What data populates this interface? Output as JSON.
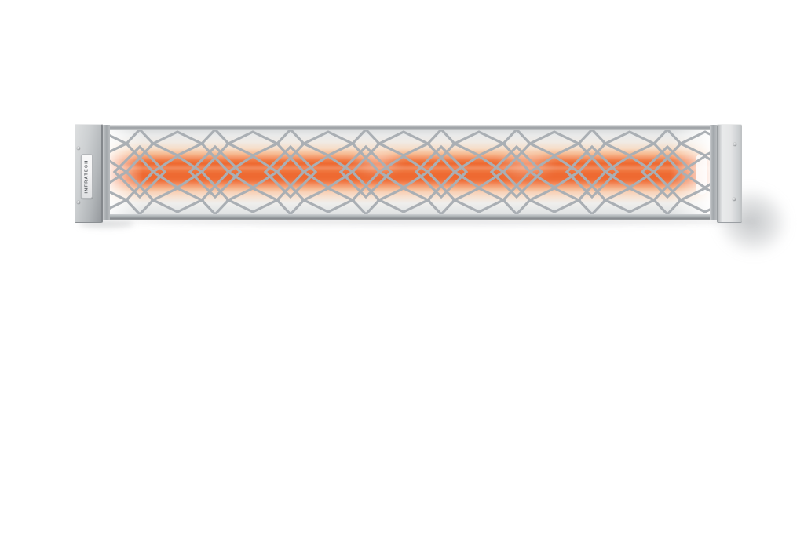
{
  "page": {
    "background": "#ffffff",
    "description": "Product photograph of a long linear electric infrared patio heater with a stainless steel housing, decorative diamond-motif grille and glowing orange heating element, centered on a white background"
  },
  "product": {
    "brand_label": "INFRATECH",
    "finish": "brushed stainless steel",
    "state": "heating element glowing"
  },
  "colors": {
    "steel_cap_light": "#d8dadb",
    "steel_cap_dark": "#95999d",
    "frame_bar": "#a2a7ab",
    "lattice_line": "#aaafb4",
    "glow_hot": "#ee6931",
    "glow_mid": "#f07a42",
    "glow_soft": "#f6bb92",
    "glow_halo": "#f8d2b8",
    "shadow": "#969a9e",
    "badge_text": "#53575b",
    "badge_bg": "#f4f4f5"
  }
}
